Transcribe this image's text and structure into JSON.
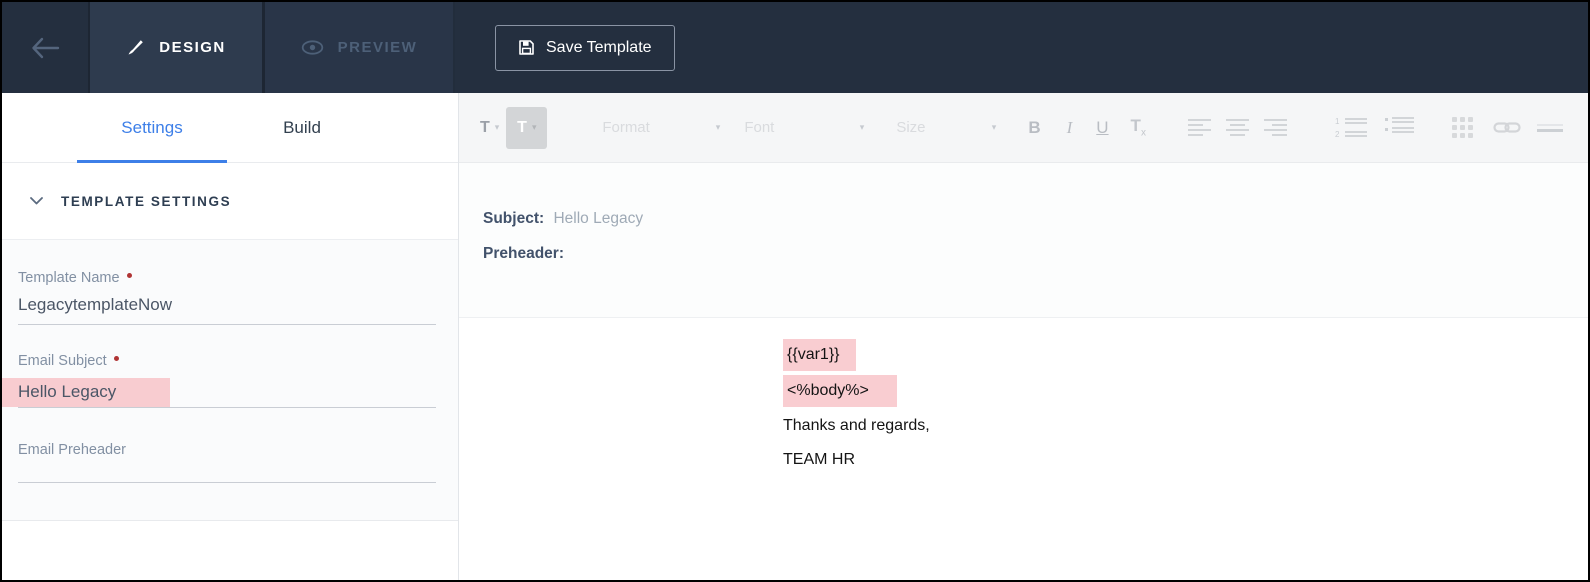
{
  "topbar": {
    "design_tab": {
      "label": "DESIGN",
      "icon": "brush-icon",
      "active": true
    },
    "preview_tab": {
      "label": "PREVIEW",
      "icon": "eye-icon",
      "active": false
    },
    "save_button": {
      "label": "Save Template",
      "icon": "save-icon"
    }
  },
  "sidebar": {
    "tabs": [
      {
        "label": "Settings",
        "active": true
      },
      {
        "label": "Build",
        "active": false
      }
    ],
    "section_title": "TEMPLATE SETTINGS",
    "fields": [
      {
        "label": "Template Name",
        "required": true,
        "value": "LegacytemplateNow",
        "highlighted": false
      },
      {
        "label": "Email Subject",
        "required": true,
        "value": "Hello Legacy",
        "highlighted": true
      },
      {
        "label": "Email Preheader",
        "required": false,
        "value": "",
        "highlighted": false
      }
    ]
  },
  "editor": {
    "toolbar": {
      "text_color": "T",
      "text_bg": "T",
      "format": "Format",
      "font": "Font",
      "size": "Size",
      "bold": "B",
      "italic": "I",
      "underline": "U",
      "clear_t": "T",
      "clear_x": "x",
      "ol_digit_1": "1",
      "ol_digit_2": "2"
    },
    "meta": {
      "subject_label": "Subject:",
      "subject_value": "Hello Legacy",
      "preheader_label": "Preheader:",
      "preheader_value": ""
    },
    "body_lines": [
      {
        "text": "{{var1}}",
        "highlighted": true
      },
      {
        "text": "<%body%>",
        "highlighted": true
      },
      {
        "text": "Thanks and regards,",
        "highlighted": false
      },
      {
        "text": "TEAM HR",
        "highlighted": false
      }
    ]
  },
  "colors": {
    "topbar_bg": "#242f3f",
    "active_tab_bg": "#2e3b4e",
    "accent_blue": "#3d7fe8",
    "highlight_pink": "#f8ccd0",
    "required_red": "#b03434"
  }
}
